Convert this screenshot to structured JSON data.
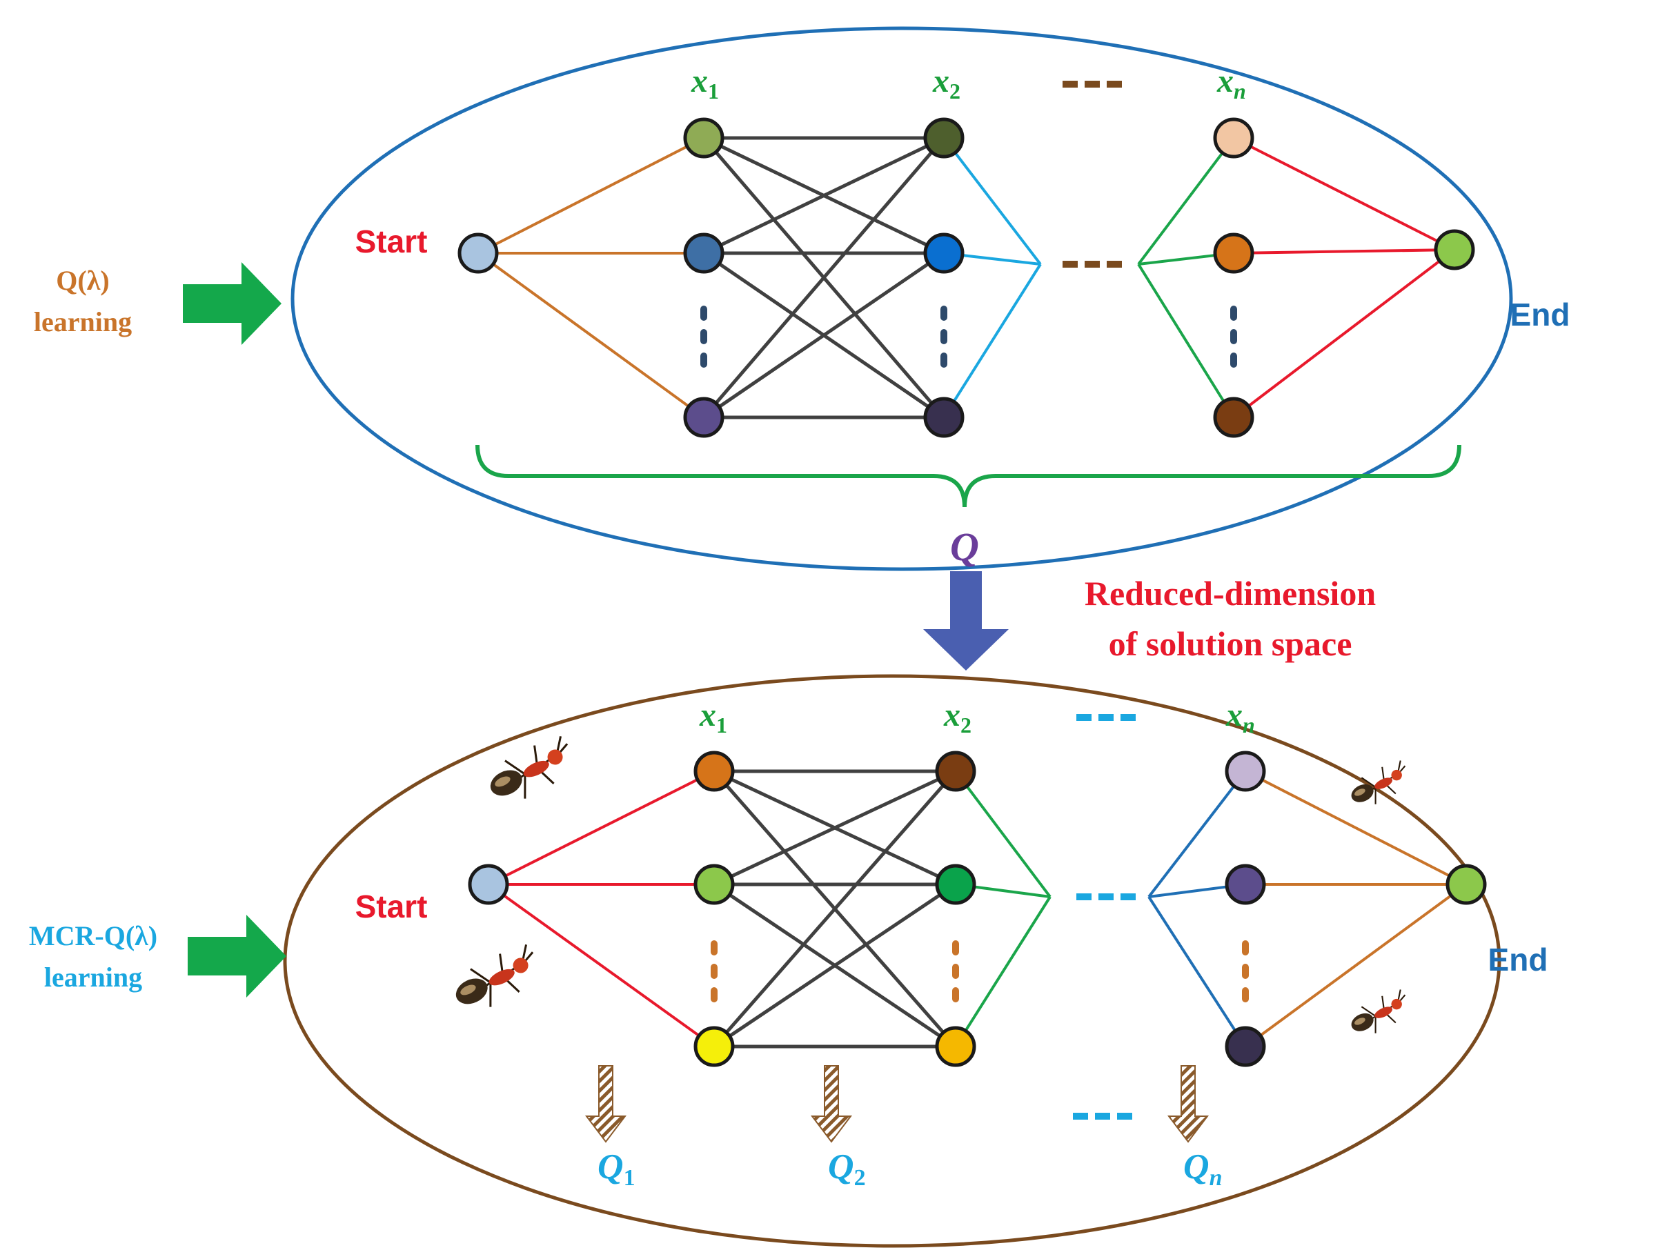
{
  "labels": {
    "top_method_line1": "Q(λ)",
    "top_method_line2": "learning",
    "bottom_method_line1": "MCR-Q(λ)",
    "bottom_method_line2": "learning",
    "start": "Start",
    "end": "End",
    "x1_base": "x",
    "x1_sub": "1",
    "x2_base": "x",
    "x2_sub": "2",
    "xn_base": "x",
    "xn_sub": "n",
    "q_top": "Q",
    "reduced_line1": "Reduced-dimension",
    "reduced_line2": "of solution space",
    "q1_base": "Q",
    "q1_sub": "1",
    "q2_base": "Q",
    "q2_sub": "2",
    "qn_base": "Q",
    "qn_sub": "n"
  },
  "colors": {
    "top_ellipse": "#1f6fb5",
    "bottom_ellipse": "#7a4a1e",
    "label_start": "#e8192c",
    "label_end": "#1f6fb5",
    "label_var": "#1a9e3a",
    "label_top_method": "#c9742a",
    "label_bottom_method": "#1aa7e0",
    "label_q_top": "#6a3d9a",
    "label_reduced": "#e8192c",
    "label_q_sub": "#1aa7e0",
    "arrow_green": "#14a84b",
    "arrow_blue": "#4a5fb0",
    "brace": "#1aa54a"
  }
}
